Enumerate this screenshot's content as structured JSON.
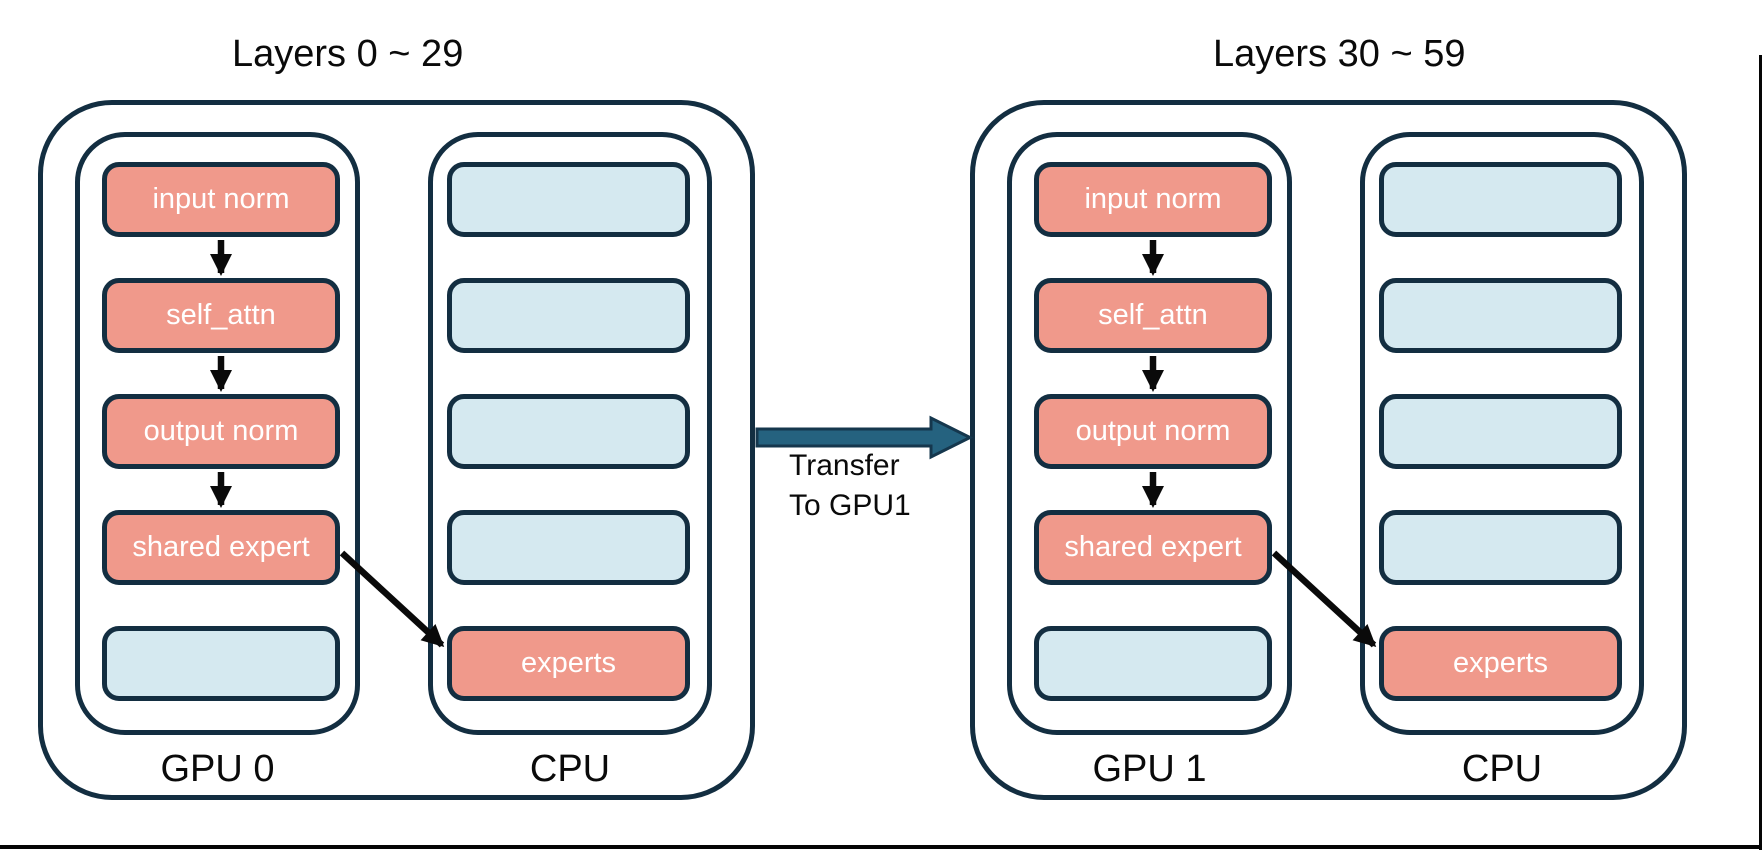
{
  "figure": {
    "groups": [
      {
        "title": "Layers 0 ~ 29",
        "device_label": "GPU 0",
        "host_label": "CPU",
        "gpu_modules": [
          "input norm",
          "self_attn",
          "output norm",
          "shared expert"
        ],
        "cpu_module": "experts"
      },
      {
        "title": "Layers 30 ~ 59",
        "device_label": "GPU 1",
        "host_label": "CPU",
        "gpu_modules": [
          "input norm",
          "self_attn",
          "output norm",
          "shared expert"
        ],
        "cpu_module": "experts"
      }
    ],
    "transfer_label": {
      "line1": "Transfer",
      "line2": "To GPU1"
    },
    "colors": {
      "module_fill": "#F0998B",
      "empty_slot_fill": "#D5E9F0",
      "outline": "#132E41",
      "flow_arrow": "#0A0A0A",
      "transfer_arrow_fill": "#25627F",
      "transfer_arrow_outline": "#15374D"
    }
  }
}
